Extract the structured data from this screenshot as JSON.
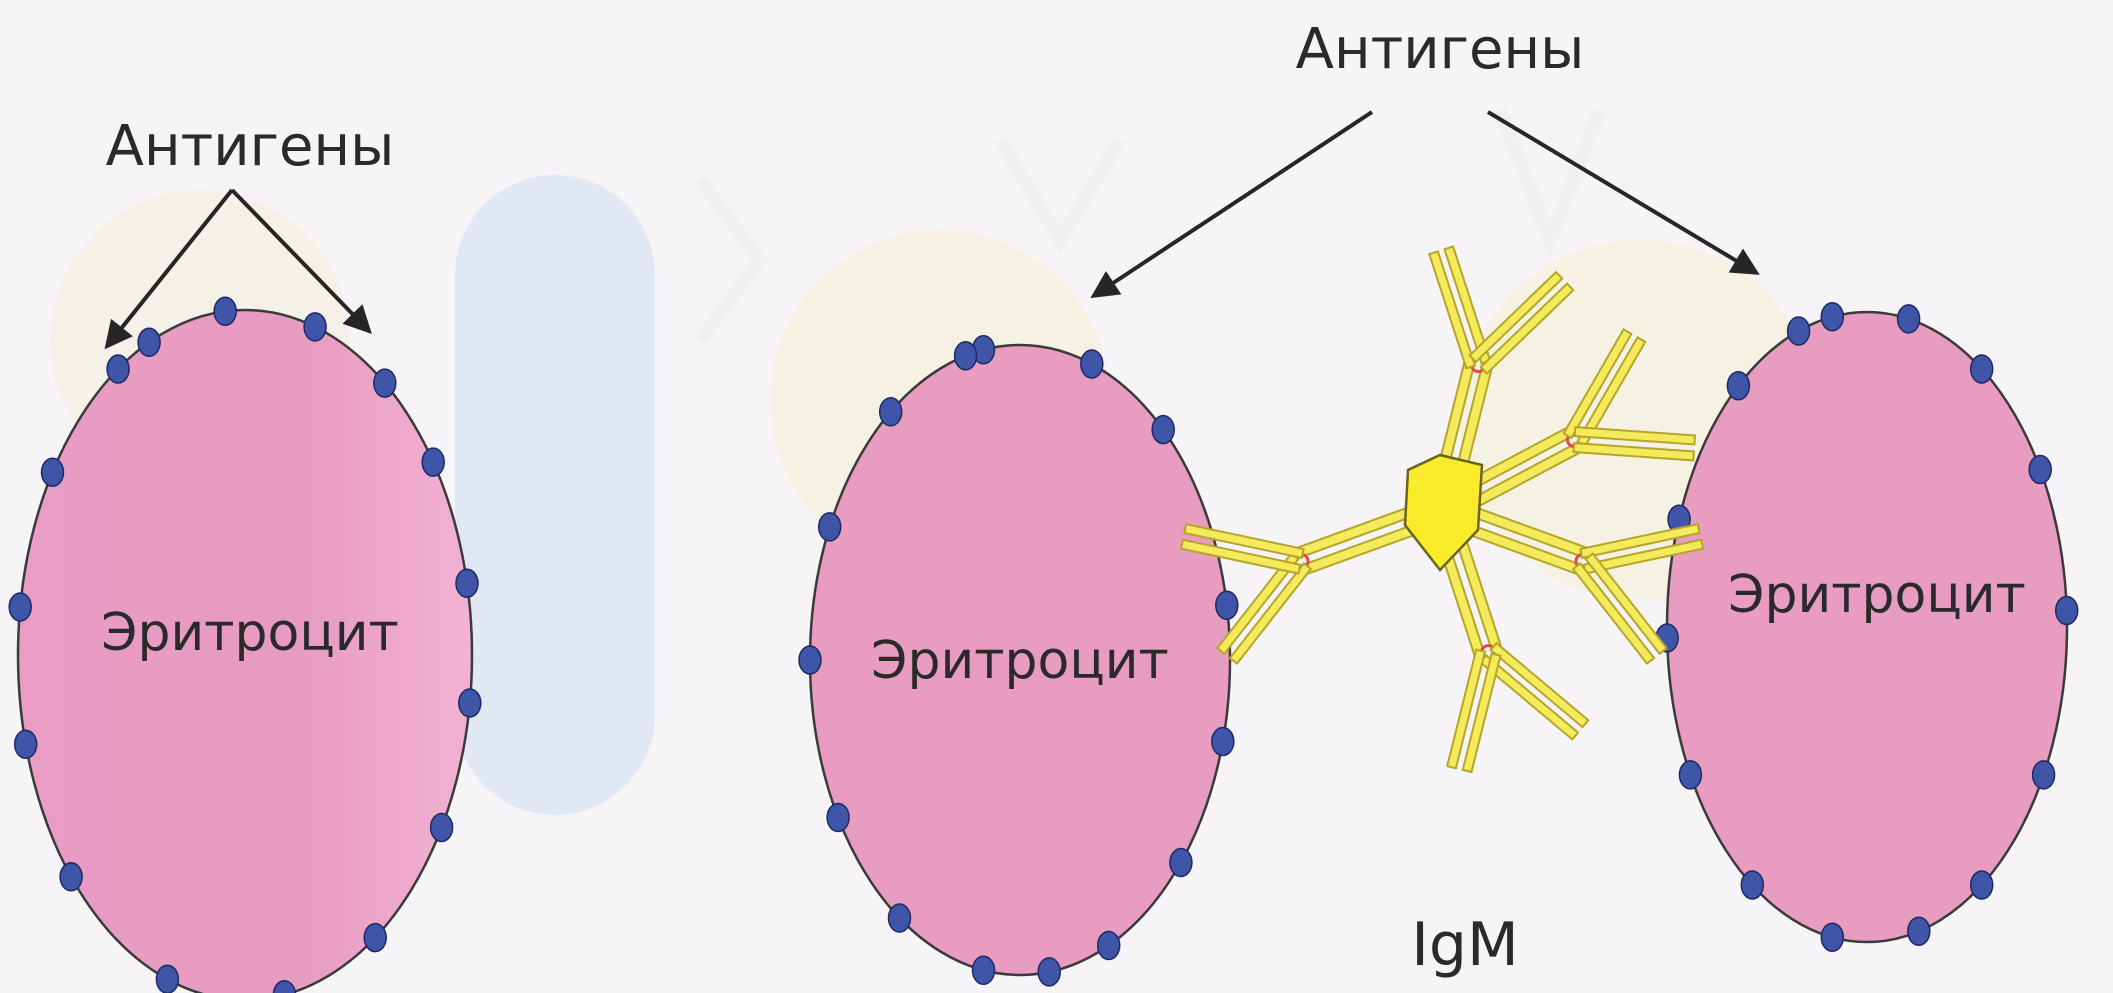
{
  "diagram": {
    "antigens_label_left": "Антигены",
    "antigens_label_top": "Антигены",
    "erythrocyte_left": "Эритроцит",
    "erythrocyte_center": "Эритроцит",
    "erythrocyte_right": "Эритроцит",
    "antibody_label": "IgM"
  },
  "colors": {
    "erythrocyte_fill": "#e79cc0",
    "erythrocyte_stroke": "#3a3a3a",
    "antigen_dot": "#3f55a8",
    "antibody_fill": "#f3ea5c",
    "antibody_stroke": "#b7a52a",
    "hinge": "#e0484c",
    "arrow": "#262626",
    "label_text": "#2a2a2a"
  }
}
